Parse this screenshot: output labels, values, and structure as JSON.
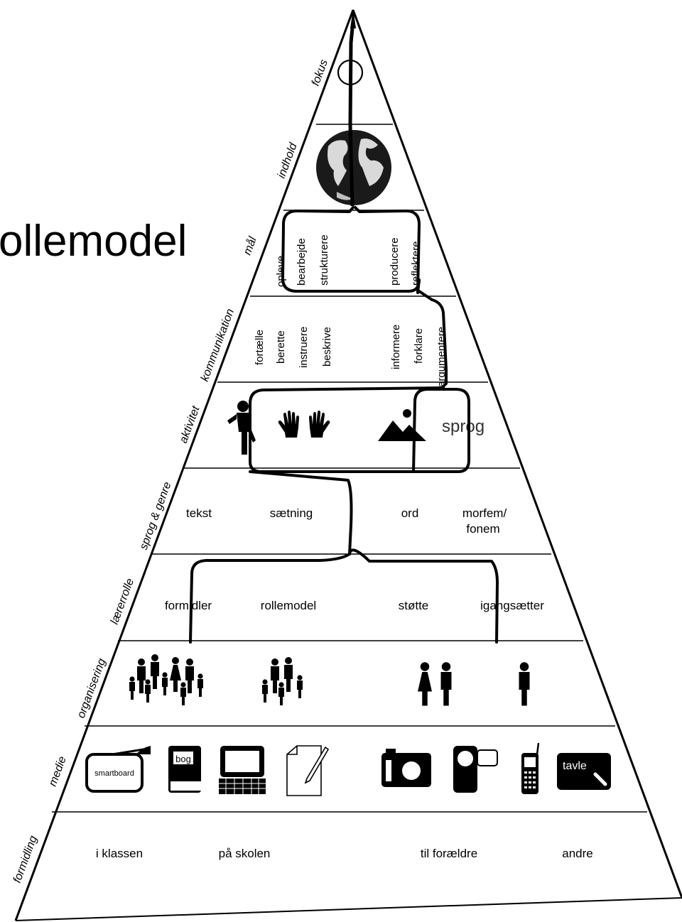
{
  "title": "ollemodel",
  "tiers": [
    {
      "key": "fokus",
      "label": "fokus"
    },
    {
      "key": "indhold",
      "label": "indhold"
    },
    {
      "key": "maal",
      "label": "mål",
      "items": [
        "opleve",
        "bearbejde",
        "strukturere",
        "producere",
        "reflektere"
      ]
    },
    {
      "key": "kommunikation",
      "label": "kommunikation",
      "items": [
        "fortælle",
        "berette",
        "instruere",
        "beskrive",
        "informere",
        "forklare",
        "argumentere"
      ]
    },
    {
      "key": "aktivitet",
      "label": "aktivitet",
      "items": [
        "sprog"
      ],
      "icons": [
        "person-presenting-icon",
        "hands-icon",
        "picture-icon"
      ]
    },
    {
      "key": "sprog_genre",
      "label": "sprog & genre",
      "items": [
        "tekst",
        "sætning",
        "ord",
        "morfem/",
        "fonem"
      ]
    },
    {
      "key": "laererrolle",
      "label": "lærerrolle",
      "items": [
        "formidler",
        "rollemodel",
        "støtte",
        "igangsætter"
      ]
    },
    {
      "key": "organisering",
      "label": "organisering",
      "icons": [
        "class-group-icon",
        "small-group-icon",
        "pair-icon",
        "individual-icon"
      ]
    },
    {
      "key": "medie",
      "label": "medie",
      "items": [
        "smartboard",
        "bog",
        "tavle"
      ],
      "icons": [
        "computer-icon",
        "paper-pencil-icon",
        "camera-icon",
        "video-camera-icon",
        "mobile-phone-icon"
      ]
    },
    {
      "key": "formidling",
      "label": "formidling",
      "items": [
        "i klassen",
        "på skolen",
        "til forældre",
        "andre"
      ]
    }
  ]
}
